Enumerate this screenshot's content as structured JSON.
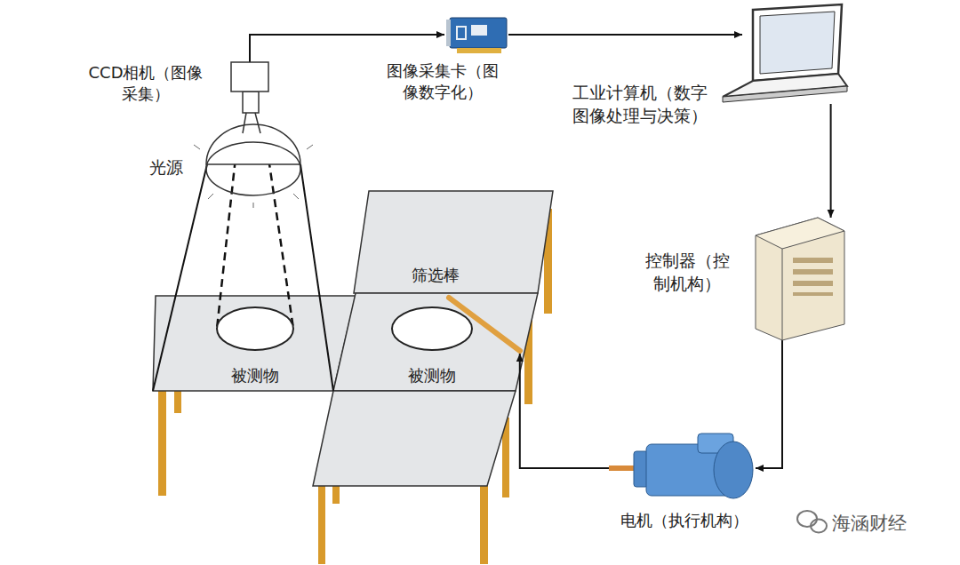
{
  "diagram": {
    "nodes": [
      {
        "text": [
          "CCD相机（图像采集）"
        ]
      },
      {
        "text": [
          "图像采集卡（图像数字化）"
        ]
      },
      {
        "text": [
          "工业计算机（数字图像处理与决策）"
        ]
      },
      {
        "text": [
          "控制器（控制机构）"
        ]
      },
      {
        "text": [
          "电机（执行机构）"
        ]
      },
      {
        "text": [
          "筛选棒"
        ]
      },
      {
        "text": [
          "被测物"
        ]
      },
      {
        "text": [
          "被测物"
        ]
      }
    ],
    "edges": [
      {
        "from": 0,
        "to": 1,
        "arrow": "to"
      },
      {
        "from": 1,
        "to": 2,
        "arrow": "to"
      },
      {
        "from": 2,
        "to": 3,
        "arrow": "to"
      },
      {
        "from": 3,
        "to": 4,
        "arrow": "to"
      },
      {
        "from": 4,
        "to": 5,
        "arrow": "to"
      }
    ],
    "labels": [
      "光源",
      "海涵财经"
    ]
  }
}
